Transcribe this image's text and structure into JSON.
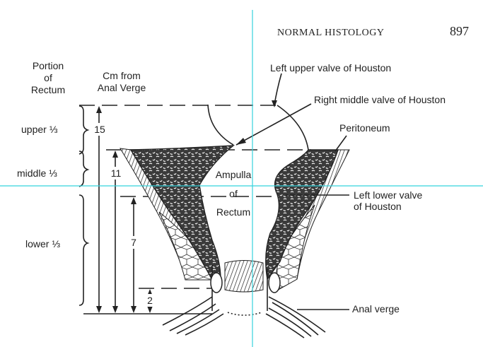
{
  "header": {
    "title": "NORMAL HISTOLOGY",
    "page_number": "897"
  },
  "column_headers": {
    "portion": [
      "Portion",
      "of",
      "Rectum"
    ],
    "cm": [
      "Cm from",
      "Anal Verge"
    ]
  },
  "portions": {
    "upper": "upper ⅓",
    "middle": "middle ⅓",
    "lower": "lower ⅓"
  },
  "distances": {
    "d15": "15",
    "d11": "11",
    "d7": "7",
    "d2": "2"
  },
  "labels": {
    "left_upper_valve": "Left upper valve of Houston",
    "right_middle_valve": "Right middle valve of Houston",
    "peritoneum": "Peritoneum",
    "ampulla_1": "Ampulla",
    "ampulla_2": "of",
    "ampulla_3": "Rectum",
    "left_lower_valve_1": "Left lower valve",
    "left_lower_valve_2": "of Houston",
    "anal_verge": "Anal verge"
  },
  "colors": {
    "ink": "#222222",
    "guide_lines": "#35d3dd",
    "background": "#ffffff"
  }
}
